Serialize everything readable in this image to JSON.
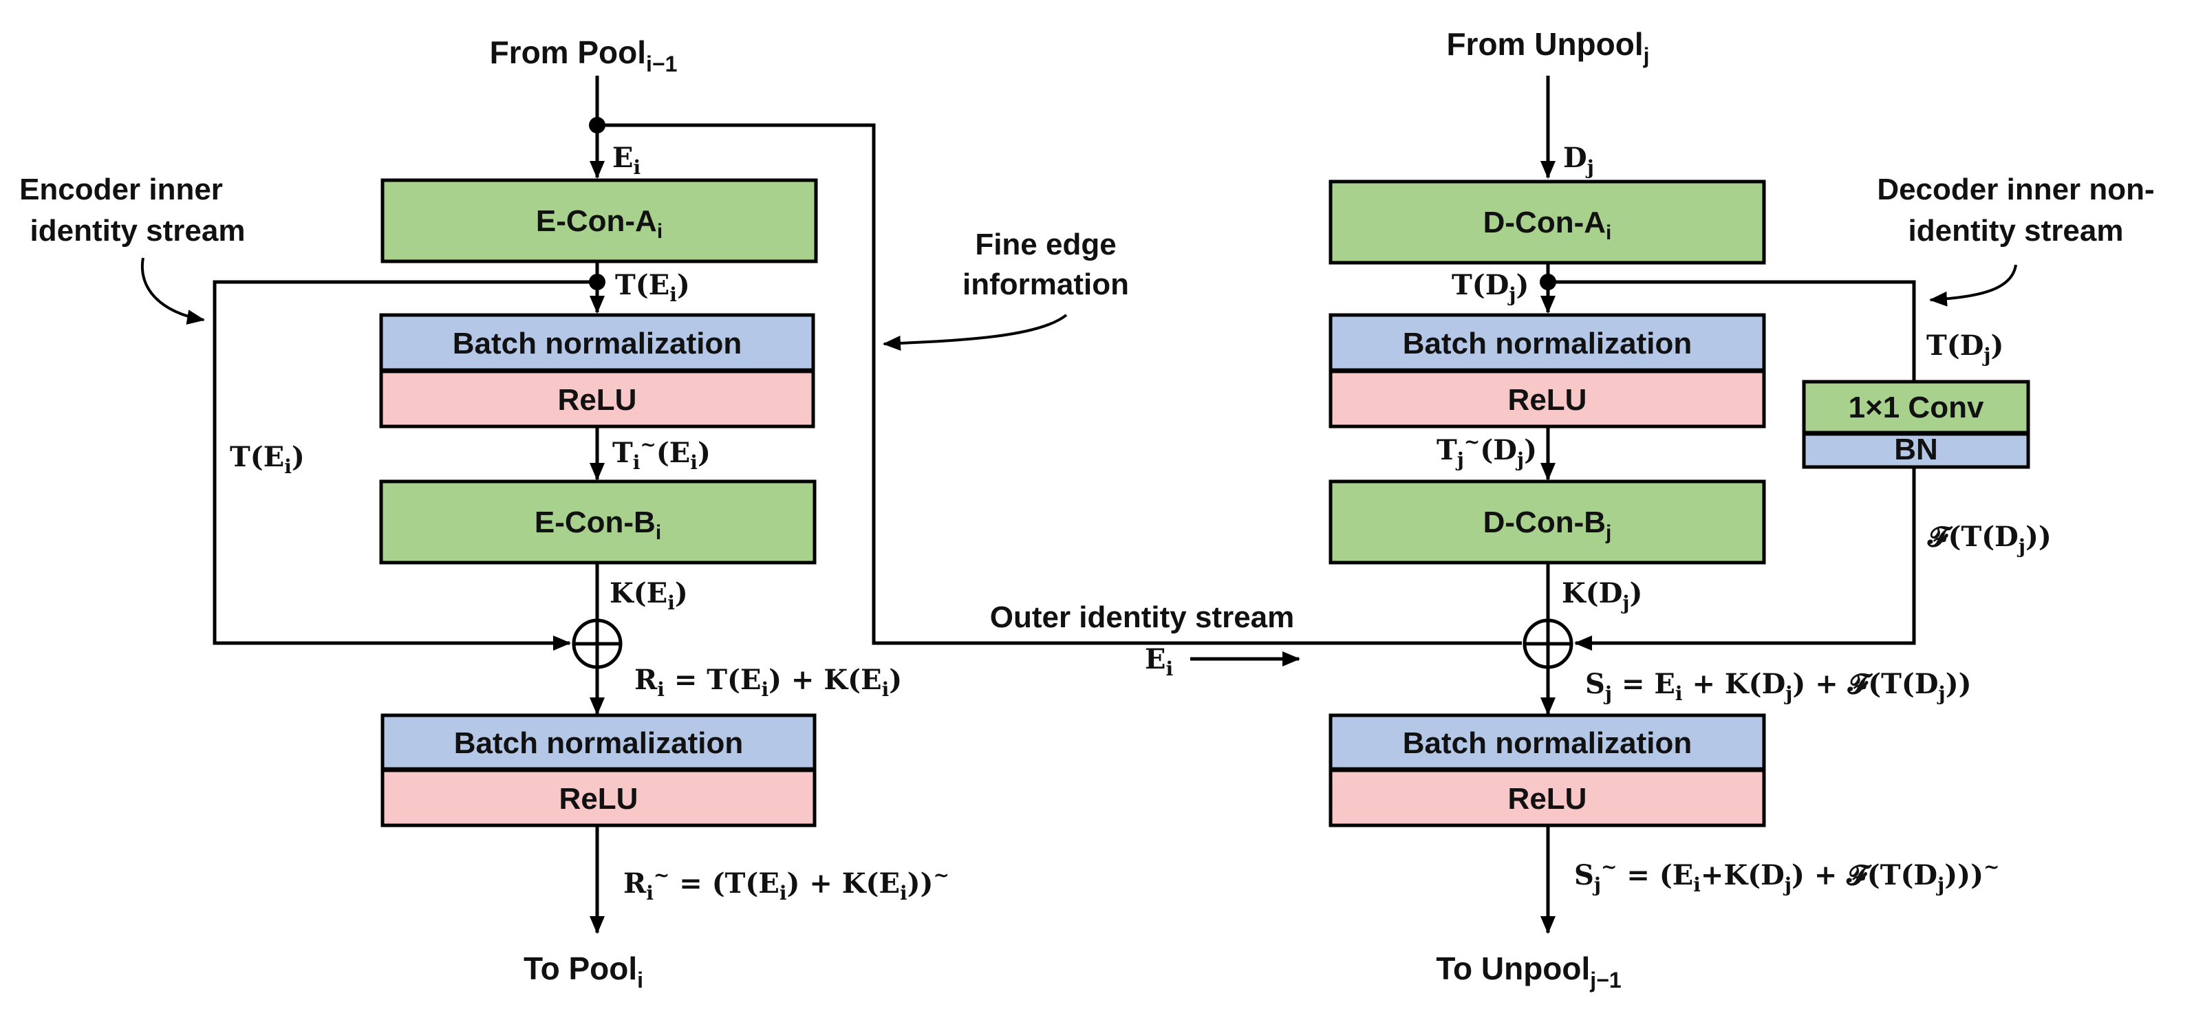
{
  "colors": {
    "conv_green": "#a9d18e",
    "batchnorm_blue": "#b4c7e7",
    "relu_pink": "#f8c7c7",
    "line_black": "#000000"
  },
  "encoder": {
    "input": {
      "prefix": "From Pool",
      "sub": "i−1"
    },
    "e_in": {
      "main": "E",
      "sub": "i"
    },
    "conv_a": {
      "main": "E-Con-A",
      "sub": "i"
    },
    "t_after_conv": {
      "pre": "T(E",
      "sub": "i",
      "post": ")"
    },
    "bn1": "Batch normalization",
    "relu1": "ReLU",
    "t_tilde": {
      "pre": "T",
      "sub": "i",
      "sup": "~",
      "post": "(E",
      "sub2": "i",
      "post2": ")"
    },
    "conv_b": {
      "main": "E-Con-B",
      "sub": "i"
    },
    "k": {
      "pre": "K(E",
      "sub": "i",
      "post": ")"
    },
    "identity_branch": {
      "pre": "T(E",
      "sub": "i",
      "post": ")"
    },
    "r_eq": {
      "pre": "R",
      "sub": "i",
      "mid": " = T(E",
      "sub2": "i",
      "mid2": ") + K(E",
      "sub3": "i",
      "post": ")"
    },
    "bn2": "Batch normalization",
    "relu2": "ReLU",
    "r_tilde": {
      "pre": "R",
      "sub": "i",
      "sup": "~",
      "mid": " = (T(E",
      "sub2": "i",
      "mid2": ") + K(E",
      "sub3": "i",
      "post": "))",
      "sup2": "~"
    },
    "output": {
      "prefix": "To Pool",
      "sub": "i"
    }
  },
  "decoder": {
    "input": {
      "prefix": "From Unpool",
      "sub": "j"
    },
    "d_in": {
      "main": "D",
      "sub": "j"
    },
    "conv_a": {
      "main": "D-Con-A",
      "sub": "i"
    },
    "t_after_conv": {
      "pre": "T(D",
      "sub": "j",
      "post": ")"
    },
    "bn1": "Batch normalization",
    "relu1": "ReLU",
    "t_tilde": {
      "pre": "T",
      "sub": "j",
      "sup": "~",
      "post": "(D",
      "sub2": "j",
      "post2": ")"
    },
    "conv_b": {
      "main": "D-Con-B",
      "sub": "j"
    },
    "k": {
      "pre": "K(D",
      "sub": "j",
      "post": ")"
    },
    "branch_t": {
      "pre": "T(D",
      "sub": "j",
      "post": ")"
    },
    "conv1x1": "1×1 Conv",
    "bn_small": "BN",
    "f_out": {
      "pre": "𝓕(T(D",
      "sub": "j",
      "post": "))"
    },
    "s_eq": {
      "pre": "S",
      "sub": "j",
      "mid": " = E",
      "sub2": "i",
      "mid2": " + K(D",
      "sub3": "j",
      "mid3": ") + 𝓕(T(D",
      "sub4": "j",
      "post": "))"
    },
    "bn2": "Batch normalization",
    "relu2": "ReLU",
    "s_tilde": {
      "pre": "S",
      "sub": "j",
      "sup": "~",
      "mid": " = (E",
      "sub2": "i",
      "mid2": "+K(D",
      "sub3": "j",
      "mid3": ") + 𝓕(T(D",
      "sub4": "j",
      "post": ")))",
      "sup2": "~"
    },
    "output": {
      "prefix": "To Unpool",
      "sub": "j−1"
    }
  },
  "annotations": {
    "encoder_stream": [
      "Encoder inner",
      "identity stream"
    ],
    "fine_edge": [
      "Fine edge",
      "information"
    ],
    "outer_stream": "Outer identity stream",
    "outer_e": {
      "main": "E",
      "sub": "i"
    },
    "decoder_stream": [
      "Decoder inner non-",
      "identity stream"
    ]
  }
}
